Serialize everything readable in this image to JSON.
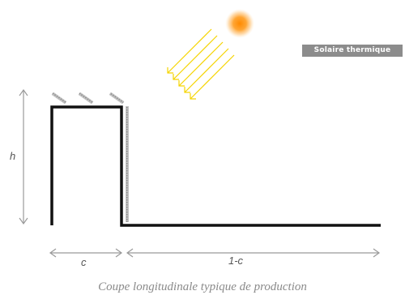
{
  "badge": "Solaire thermique",
  "labels": {
    "height": "h",
    "width_c": "c",
    "width_rest": "1-c"
  },
  "caption": "Coupe longitudinale typique de production",
  "colors": {
    "outline": "#111111",
    "dimension": "#9a9a9a",
    "sun": "#ff9a1f",
    "rays": "#f5d400",
    "panel": "#aaaaaa",
    "badge_bg": "#8c8c8c"
  },
  "icons": {
    "sun": "sun-icon",
    "rays": "sun-rays-icon",
    "roof_panels": "solar-panel-icon",
    "wall_panel": "solar-panel-icon"
  }
}
